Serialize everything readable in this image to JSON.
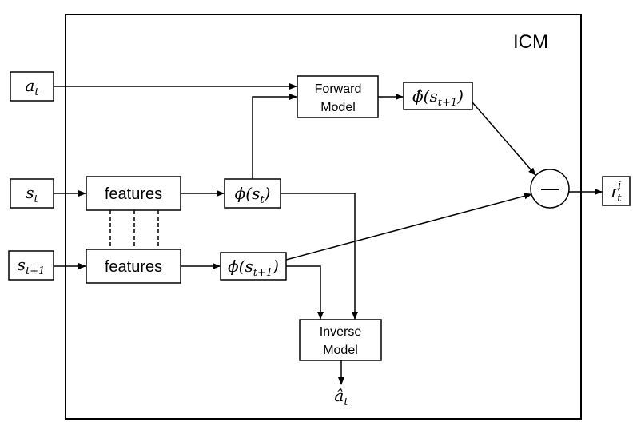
{
  "diagram": {
    "module_label": "ICM",
    "inputs": {
      "action": {
        "base": "a",
        "sub": "t"
      },
      "state": {
        "base": "s",
        "sub": "t"
      },
      "next_state": {
        "base": "s",
        "sub": "t+1"
      }
    },
    "feature_boxes": {
      "top": "features",
      "bottom": "features"
    },
    "encodings": {
      "phi_st": {
        "fn": "ϕ(",
        "base": "s",
        "sub": "t",
        "close": ")"
      },
      "phi_st1": {
        "fn": "ϕ(",
        "base": "s",
        "sub": "t+1",
        "close": ")"
      },
      "phi_hat_st1": {
        "fn": "ϕ̂(",
        "base": "s",
        "sub": "t+1",
        "close": ")"
      }
    },
    "forward_model": {
      "line1": "Forward",
      "line2": "Model"
    },
    "inverse_model": {
      "line1": "Inverse",
      "line2": "Model"
    },
    "subtract_symbol": "—",
    "reward": {
      "base": "r",
      "sub": "t",
      "sup": "i"
    },
    "predicted_action": {
      "base": "â",
      "sub": "t"
    }
  }
}
